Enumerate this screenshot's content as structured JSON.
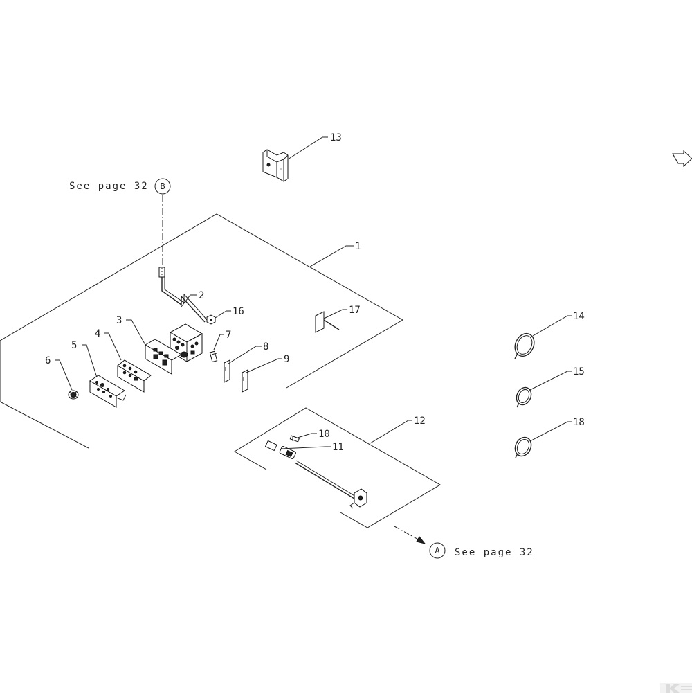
{
  "callouts": {
    "c1": "1",
    "c2": "2",
    "c3": "3",
    "c4": "4",
    "c5": "5",
    "c6": "6",
    "c7": "7",
    "c8": "8",
    "c9": "9",
    "c10": "10",
    "c11": "11",
    "c12": "12",
    "c13": "13",
    "c14": "14",
    "c15": "15",
    "c16": "16",
    "c17": "17",
    "c18": "18"
  },
  "references": {
    "top": {
      "text": "See page 32",
      "letter": "B"
    },
    "bottom": {
      "text": "See page 32",
      "letter": "A"
    }
  },
  "icons": {
    "next_page": "arrow-right-outline-icon",
    "brand_logo": "k-logo-icon"
  },
  "colors": {
    "line": "#222222",
    "background": "#ffffff"
  }
}
